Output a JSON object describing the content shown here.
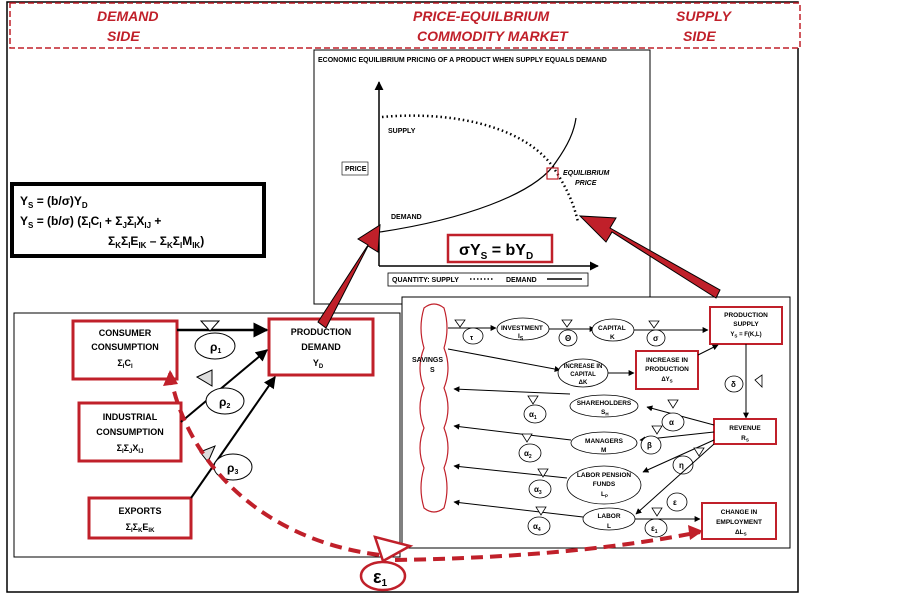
{
  "header": {
    "demand_line1": "DEMAND",
    "demand_line2": "SIDE",
    "market_line1": "PRICE-EQUILBRIUM",
    "market_line2": "COMMODITY MARKET",
    "supply_line1": "SUPPLY",
    "supply_line2": "SIDE"
  },
  "chart": {
    "title": "ECONOMIC EQUILIBRIUM PRICING OF A PRODUCT WHEN  SUPPLY EQUALS DEMAND",
    "supply_label": "SUPPLY",
    "demand_label": "DEMAND",
    "price_label": "PRICE",
    "equilibrium_line1": "EQUILIBRIUM",
    "equilibrium_line2": "PRICE",
    "equation": "σY",
    "equation_sub1": "S",
    "equation_mid": " = bY",
    "equation_sub2": "D",
    "legend_quantity": "QUANTITY:  SUPPLY",
    "legend_demand": "DEMAND"
  },
  "formula": {
    "l1_a": "Y",
    "l1_sub": "S",
    "l1_b": " = (b/σ)Y",
    "l1_sub2": "D",
    "l2_a": "Y",
    "l2_sub": "S",
    "l2_b": " = (b/σ)  (Σ",
    "l2_c": "C",
    "l2_d": " + Σ",
    "l2_e": "Σ",
    "l2_f": "X",
    "l2_g": " +",
    "l3_a": "Σ",
    "l3_b": "Σ",
    "l3_c": "E",
    "l3_d": " – Σ",
    "l3_e": "Σ",
    "l3_f": "M",
    "l3_g": ")",
    "sub_I": "I",
    "sub_J": "J",
    "sub_K": "K",
    "sub_IJ": "IJ",
    "sub_IK": "IK"
  },
  "demand": {
    "consumer_l1": "CONSUMER",
    "consumer_l2": "CONSUMPTION",
    "consumer_l3": "Σ",
    "consumer_l3b": "C",
    "industrial_l1": "INDUSTRIAL",
    "industrial_l2": "CONSUMPTION",
    "industrial_l3": "Σ",
    "industrial_l3b": "Σ",
    "industrial_l3c": "X",
    "exports_l1": "EXPORTS",
    "exports_l3": "Σ",
    "exports_l3b": "Σ",
    "exports_l3c": "E",
    "production_l1": "PRODUCTION",
    "production_l2": "DEMAND",
    "production_l3": "Y",
    "production_sub": "D",
    "rho": "ρ",
    "rho1": "1",
    "rho2": "2",
    "rho3": "3"
  },
  "supply": {
    "savings_l1": "SAVINGS",
    "savings_l2": "S",
    "investment": "INVESTMENT",
    "investment_sym": "I",
    "investment_sub": "S",
    "capital": "CAPITAL",
    "capital_sym": "K",
    "production_l1": "PRODUCTION",
    "production_l2": "SUPPLY",
    "production_l3": "Y",
    "production_l3b": " = F(K,L)",
    "increase_cap_l1": "INCREASE IN",
    "increase_cap_l2": "CAPITAL",
    "increase_cap_l3": "ΔK",
    "increase_prod_l1": "INCREASE IN",
    "increase_prod_l2": "PRODUCTION",
    "increase_prod_l3": "ΔY",
    "shareholders": "SHAREHOLDERS",
    "shareholders_sym": "S",
    "shareholders_sub": "H",
    "managers": "MANAGERS",
    "managers_sym": "M",
    "revenue_l1": "REVENUE",
    "revenue_l2": "R",
    "revenue_sub": "S",
    "labor_pension_l1": "LABOR PENSION",
    "labor_pension_l2": "FUNDS",
    "labor_pension_l3": "L",
    "labor_pension_sub": "P",
    "labor": "LABOR",
    "labor_sym": "L",
    "change_emp_l1": "CHANGE IN",
    "change_emp_l2": "EMPLOYMENT",
    "change_emp_l3": "ΔL",
    "change_emp_sub": "S",
    "tau": "τ",
    "theta": "Θ",
    "sigma": "σ",
    "delta": "δ",
    "alpha": "α",
    "alpha1": "α",
    "alpha2": "α",
    "alpha3": "α",
    "alpha4": "α",
    "beta": "β",
    "eta": "η",
    "epsilon": "ε",
    "epsilon1": "ε",
    "n1": "1",
    "n2": "2",
    "n3": "3",
    "n4": "4"
  },
  "error_term": {
    "symbol": "ε",
    "sub": "1"
  },
  "colors": {
    "red": "#c0202a",
    "black": "#000000"
  }
}
